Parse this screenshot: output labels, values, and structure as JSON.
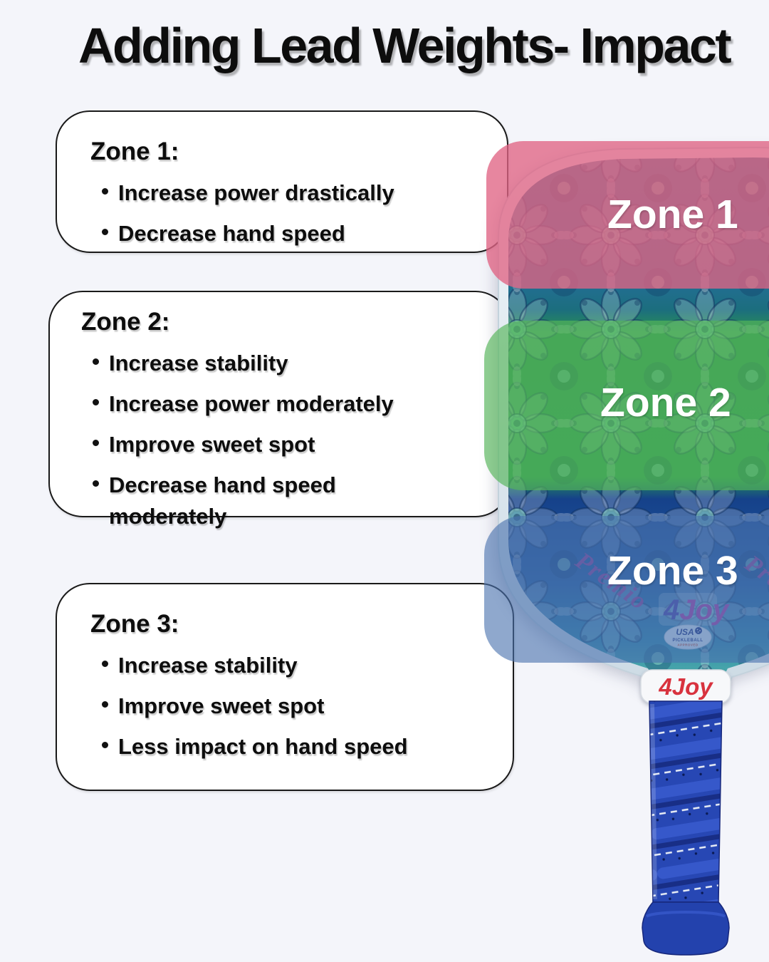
{
  "title": "Adding Lead Weights- Impact",
  "cards": [
    {
      "heading": "Zone 1:",
      "bullets": [
        "Increase power drastically",
        "Decrease hand speed"
      ]
    },
    {
      "heading": "Zone 2:",
      "bullets": [
        "Increase stability",
        "Increase power moderately",
        "Improve sweet spot",
        "Decrease hand speed moderately"
      ]
    },
    {
      "heading": "Zone 3:",
      "bullets": [
        "Increase stability",
        "Improve sweet spot",
        "Less impact on hand speed"
      ]
    }
  ],
  "paddle_zones": [
    {
      "label": "Zone 1",
      "overlay_color": "#e06484"
    },
    {
      "label": "Zone 2",
      "overlay_color": "#55b45a"
    },
    {
      "label": "Zone 3",
      "overlay_color": "#4b73af"
    }
  ],
  "paddle_branding": {
    "premio_script": "Premio",
    "face_logo": {
      "four": "4",
      "joy": "Joy"
    },
    "usa_badge": {
      "line1": "USA",
      "line2": "PICKLEBALL",
      "line3": "APPROVED"
    },
    "band_logo": {
      "four": "4",
      "joy": "Joy"
    }
  },
  "colors": {
    "background": "#f4f5fa",
    "card_fill": "#ffffff",
    "card_border": "#1a1a1a",
    "title_text": "#0d0d0d",
    "zone_label_text": "#ffffff",
    "grip_blue": "#2747b4",
    "band_logo_red": "#d8323e",
    "face_logo_purple": "#4c3fa5",
    "face_logo_magenta": "#b93aa4",
    "premio_purple": "#9d3c93"
  }
}
